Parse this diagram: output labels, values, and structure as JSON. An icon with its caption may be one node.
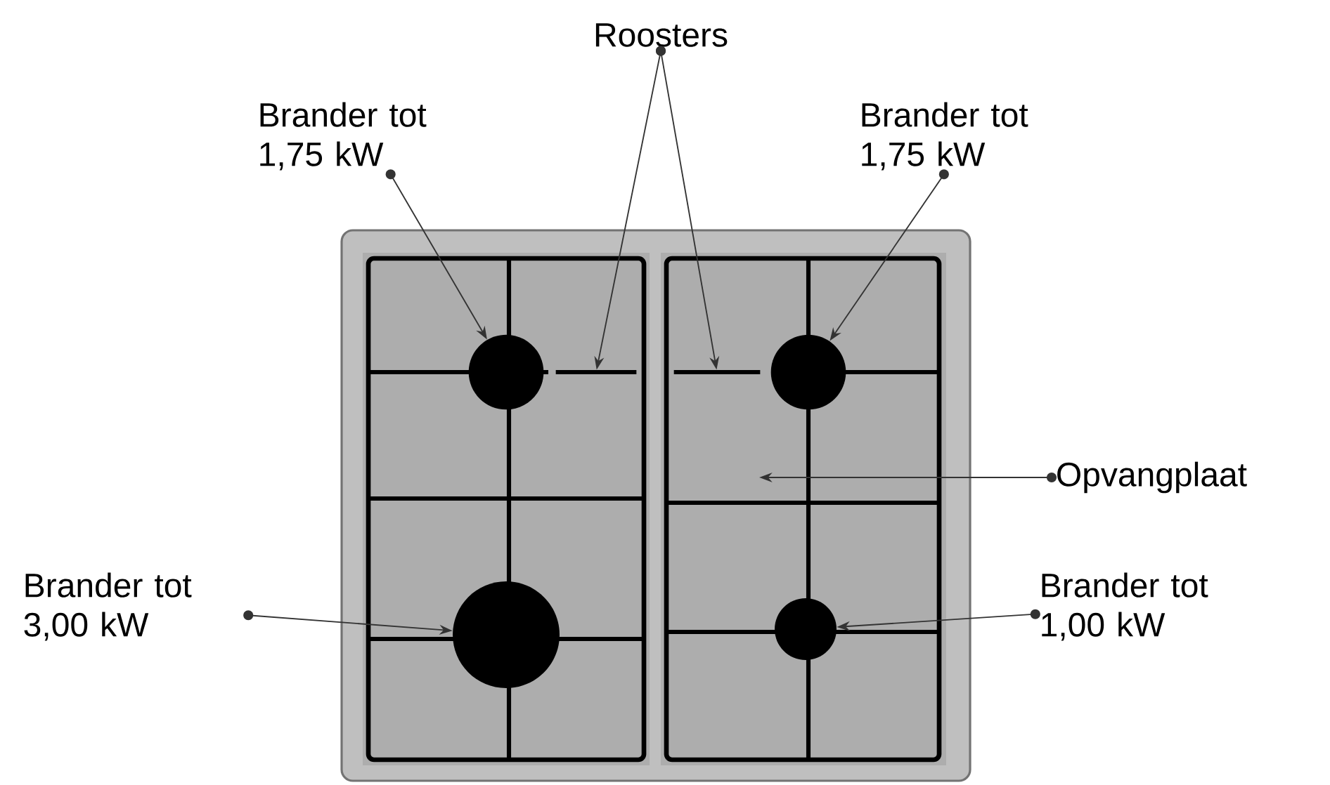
{
  "diagram": {
    "nodes": [
      {
        "text": [
          "Roosters"
        ]
      },
      {
        "text": [
          "Brander tot 1,75 kW"
        ]
      },
      {
        "text": [
          "Brander tot 1,75 kW"
        ]
      },
      {
        "text": [
          "Opvangplaat"
        ]
      },
      {
        "text": [
          "Brander tot 3,00 kW"
        ]
      },
      {
        "text": [
          "Brander tot 1,00 kW"
        ]
      },
      {
        "text": [],
        "shape": "circle"
      },
      {
        "text": [],
        "shape": "bar"
      },
      {
        "text": [],
        "shape": "bar"
      },
      {
        "text": [],
        "shape": "circle"
      },
      {
        "text": [],
        "shape": "circle"
      },
      {
        "text": [],
        "shape": "circle"
      }
    ],
    "edges": [
      {
        "from": 0,
        "to": 7,
        "arrow": "to"
      },
      {
        "from": 0,
        "to": 8,
        "arrow": "to"
      },
      {
        "from": 1,
        "to": 6,
        "arrow": "to"
      },
      {
        "from": 2,
        "to": 9,
        "arrow": "to"
      },
      {
        "from": 3,
        "to": null,
        "arrow": "to"
      },
      {
        "from": 4,
        "to": 10,
        "arrow": "to"
      },
      {
        "from": 5,
        "to": 11,
        "arrow": "to"
      }
    ]
  }
}
